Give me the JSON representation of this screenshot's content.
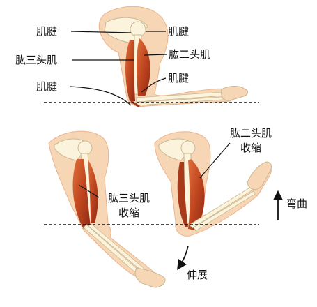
{
  "labels": {
    "top_tendon_left": "肌腱",
    "top_tendon_right": "肌腱",
    "top_triceps": "肱三头肌",
    "top_biceps": "肱二头肌",
    "top_tendon_elbow": "肌腱",
    "top_tendon_lower": "肌腱",
    "bottom_left_muscle": "肱三头肌",
    "bottom_left_action": "收缩",
    "bottom_right_muscle": "肱二头肌",
    "bottom_right_action": "收缩",
    "extension": "伸展",
    "flexion": "弯曲"
  },
  "colors": {
    "skin": "#f7d6b6",
    "skin_edge": "#e9b48e",
    "bone": "#fbf3dc",
    "bone_edge": "#c9b892",
    "muscle": "#c8502a",
    "muscle_dark": "#8e2a14"
  }
}
